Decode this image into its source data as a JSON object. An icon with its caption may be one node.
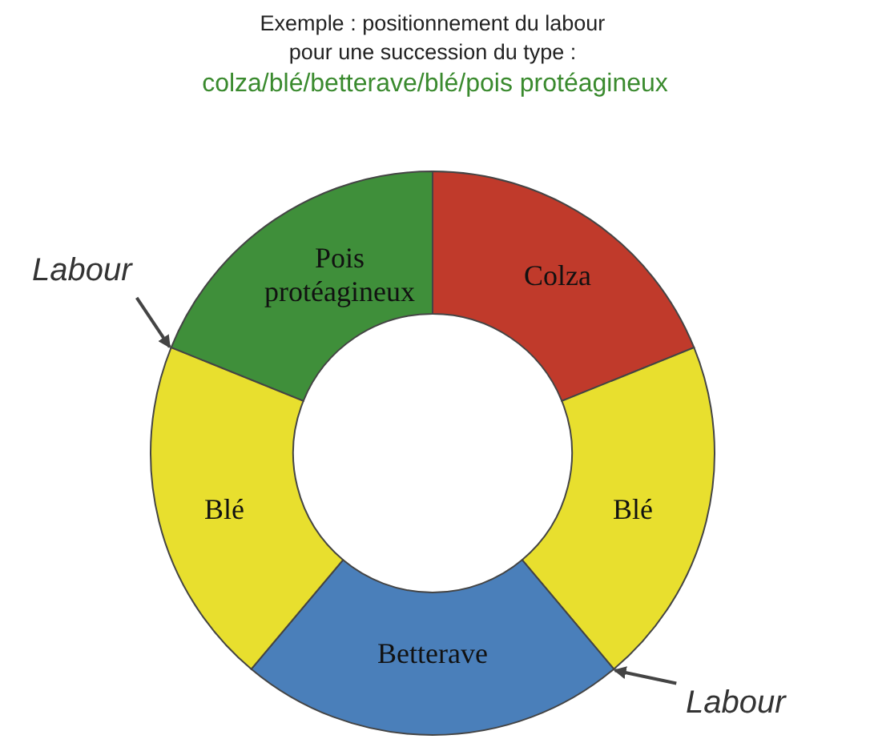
{
  "diagram": {
    "title": "Exemple : positionnement du labour pour une succession du type :",
    "nodes": [
      {
        "text": [
          "Pois protéagineux"
        ]
      },
      {
        "text": [
          "Colza"
        ]
      },
      {
        "text": [
          "Blé"
        ]
      },
      {
        "text": [
          "Betterave"
        ]
      },
      {
        "text": [
          "Blé"
        ]
      },
      {
        "text": [
          "Labour"
        ]
      },
      {
        "text": [
          "Labour"
        ]
      }
    ],
    "edges": [
      {
        "from": 5,
        "to": 0,
        "arrow": "to"
      },
      {
        "from": 6,
        "to": 2,
        "arrow": "to"
      }
    ],
    "labels": [
      "colza/blé/betterave/blé/pois protéagineux"
    ]
  }
}
